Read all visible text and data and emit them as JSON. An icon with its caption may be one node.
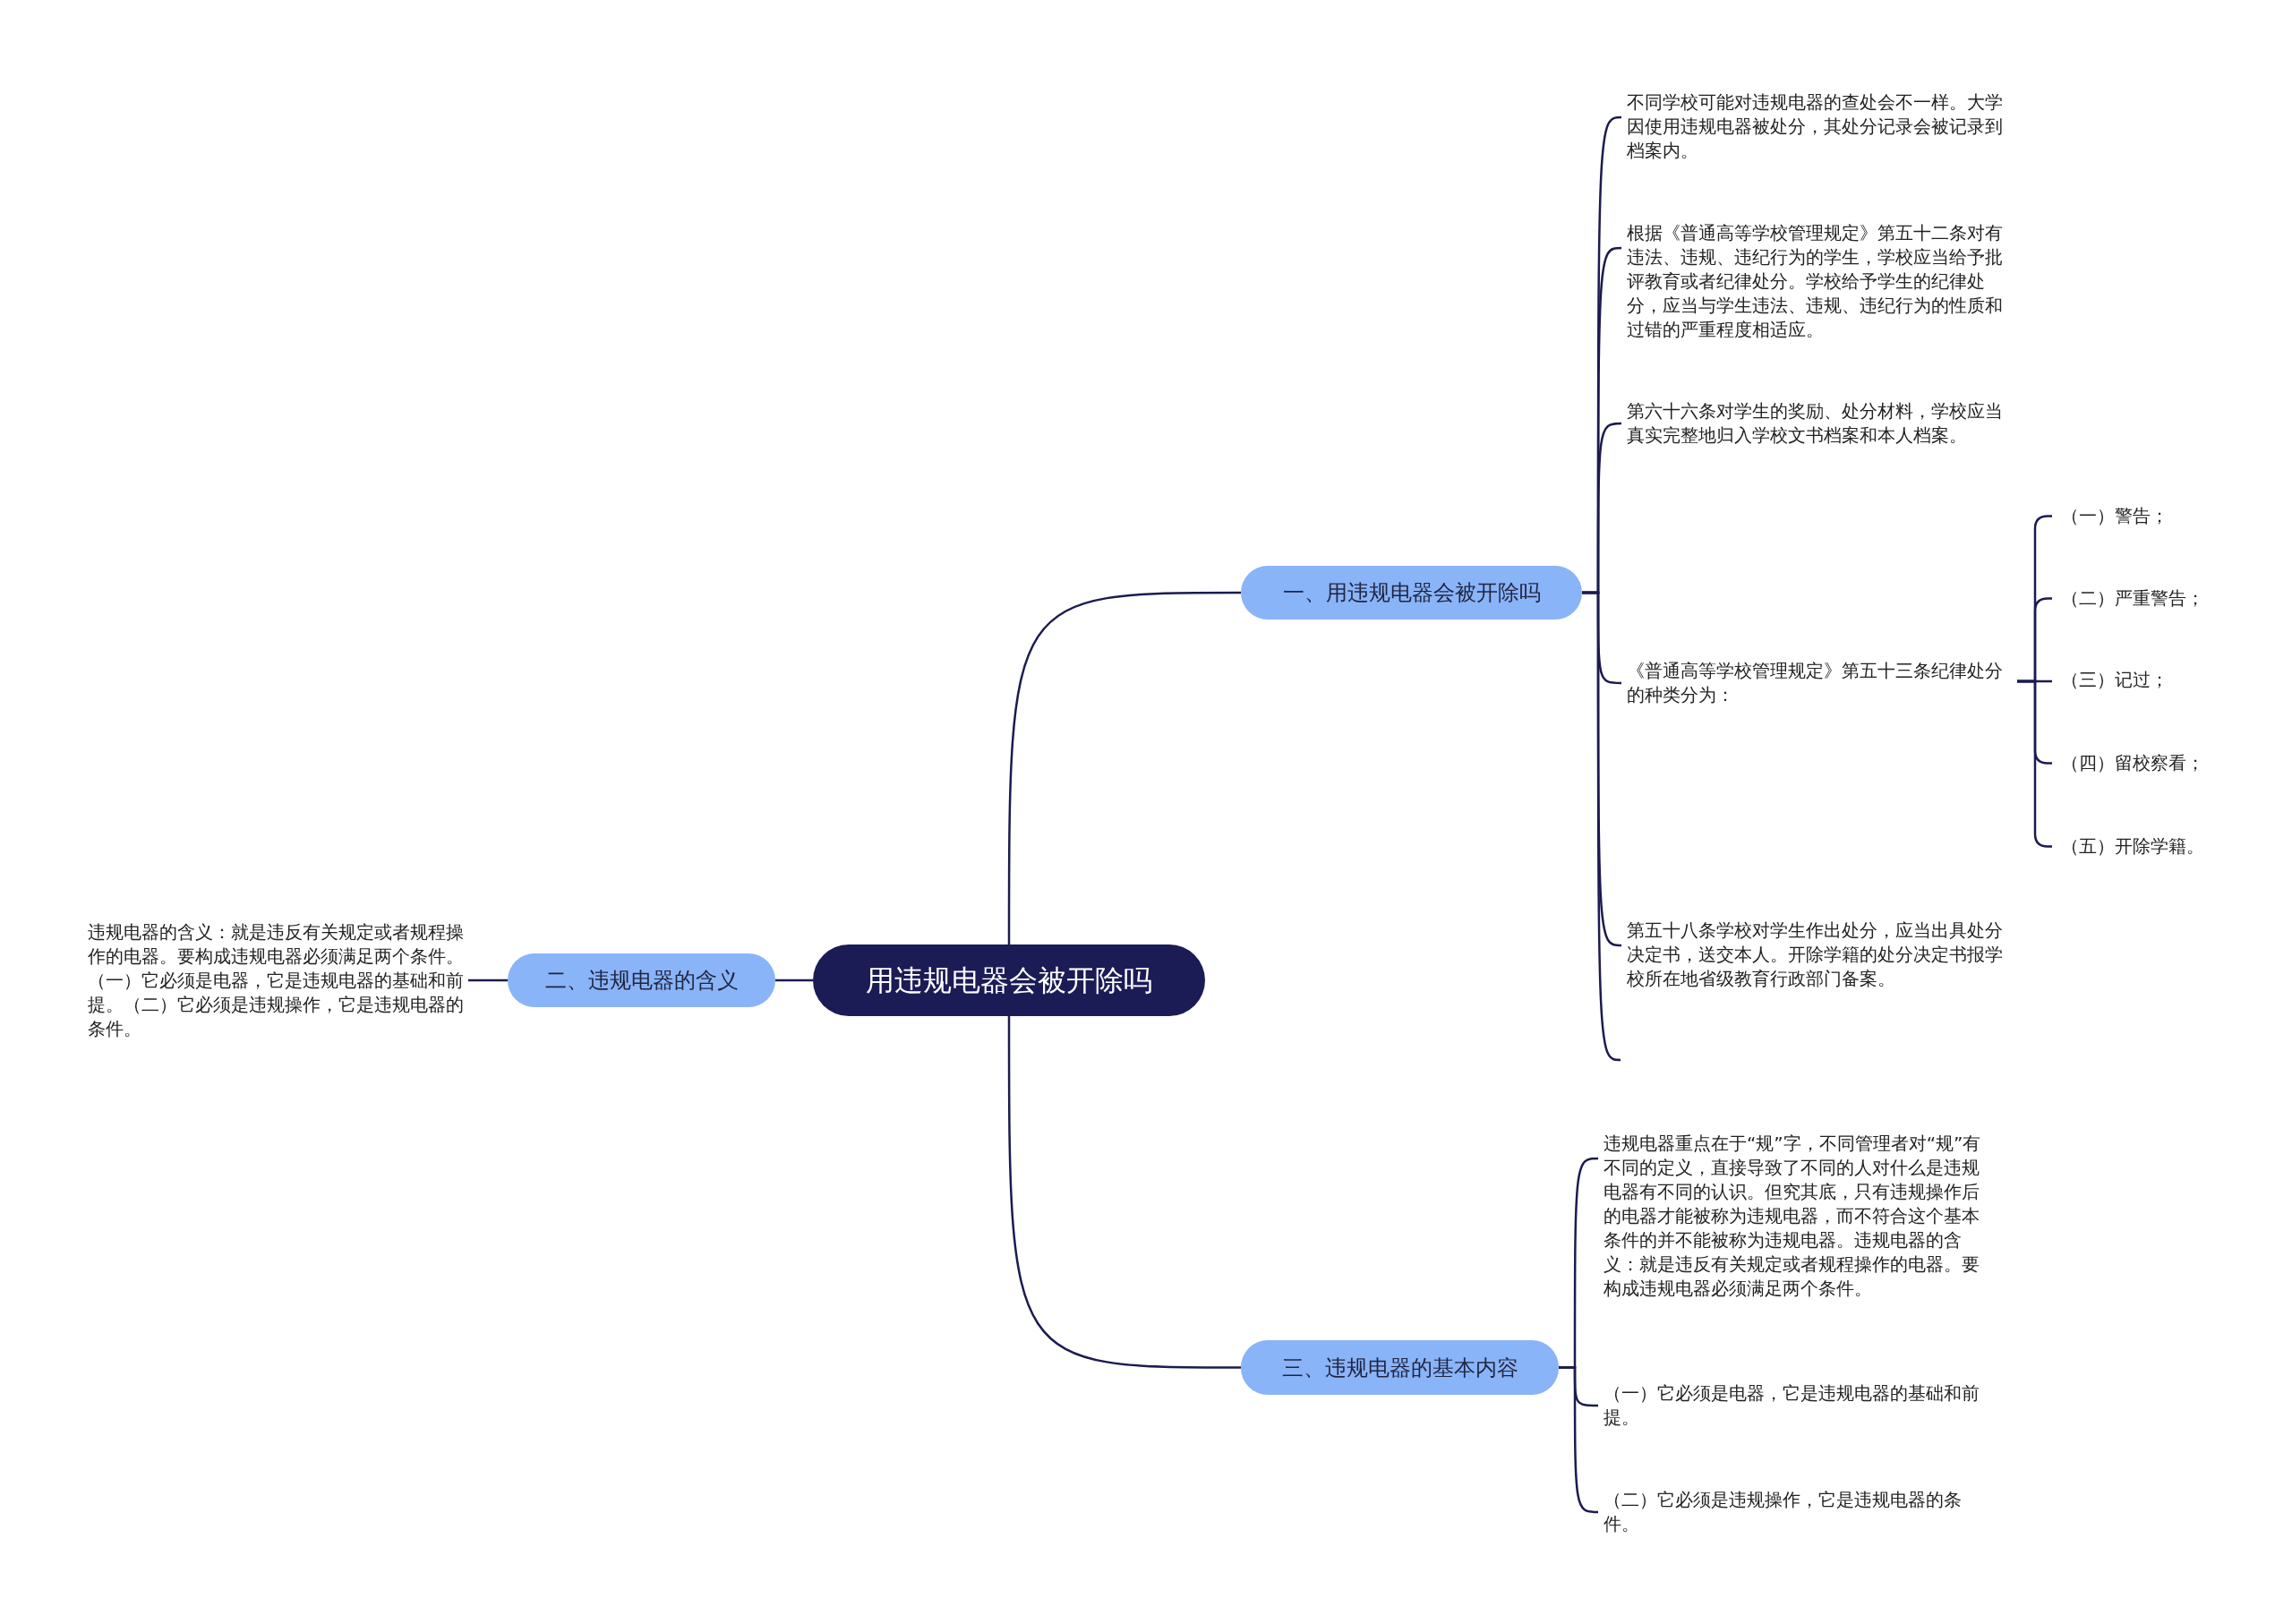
{
  "diagram": {
    "nodes": [
      {
        "text": [
          "用违规电器会被开除吗"
        ]
      },
      {
        "text": [
          "一、用违规电器会被开除吗"
        ]
      },
      {
        "text": [
          "不同学校可能对违规电器的查处会不一样。大学因使用违规电器被处分，其处分记录会被记录到档案内。"
        ]
      },
      {
        "text": [
          "根据《普通高等学校管理规定》第五十二条对有违法、违规、违纪行为的学生，学校应当给予批评教育或者纪律处分。学校给予学生的纪律处分，应当与学生违法、违规、违纪行为的性质和过错的严重程度相适应。"
        ]
      },
      {
        "text": [
          "第六十六条对学生的奖励、处分材料，学校应当真实完整地归入学校文书档案和本人档案。"
        ]
      },
      {
        "text": [
          "《普通高等学校管理规定》第五十三条纪律处分的种类分为："
        ]
      },
      {
        "text": [
          "第五十八条学校对学生作出处分，应当出具处分决定书，送交本人。开除学籍的处分决定书报学校所在地省级教育行政部门备案。"
        ]
      },
      {
        "text": [
          "（一）警告；"
        ]
      },
      {
        "text": [
          "（二）严重警告；"
        ]
      },
      {
        "text": [
          "（三）记过；"
        ]
      },
      {
        "text": [
          "（四）留校察看；"
        ]
      },
      {
        "text": [
          "（五）开除学籍。"
        ]
      },
      {
        "text": [
          "二、违规电器的含义"
        ]
      },
      {
        "text": [
          "违规电器的含义：就是违反有关规定或者规程操作的电器。要构成违规电器必须满足两个条件。（一）它必须是电器，它是违规电器的基础和前提。（二）它必须是违规操作，它是违规电器的条件。"
        ]
      },
      {
        "text": [
          "三、违规电器的基本内容"
        ]
      },
      {
        "text": [
          "违规电器重点在于“规”字，不同管理者对“规”有不同的定义，直接导致了不同的人对什么是违规电器有不同的认识。但究其底，只有违规操作后的电器才能被称为违规电器，而不符合这个基本条件的并不能被称为违规电器。违规电器的含义：就是违反有关规定或者规程操作的电器。要构成违规电器必须满足两个条件。"
        ]
      },
      {
        "text": [
          "（一）它必须是电器，它是违规电器的基础和前提。"
        ]
      },
      {
        "text": [
          "（二）它必须是违规操作，它是违规电器的条件。"
        ]
      }
    ],
    "edges": [
      {
        "from": 0,
        "to": 1,
        "arrow": "none"
      },
      {
        "from": 1,
        "to": 2,
        "arrow": "none"
      },
      {
        "from": 1,
        "to": 3,
        "arrow": "none"
      },
      {
        "from": 1,
        "to": 4,
        "arrow": "none"
      },
      {
        "from": 1,
        "to": 5,
        "arrow": "none"
      },
      {
        "from": 1,
        "to": 6,
        "arrow": "none"
      },
      {
        "from": 1,
        "to": null,
        "arrow": "none"
      },
      {
        "from": 5,
        "to": 7,
        "arrow": "none"
      },
      {
        "from": 5,
        "to": 8,
        "arrow": "none"
      },
      {
        "from": 5,
        "to": 9,
        "arrow": "none"
      },
      {
        "from": 5,
        "to": 10,
        "arrow": "none"
      },
      {
        "from": 5,
        "to": 11,
        "arrow": "none"
      },
      {
        "from": 0,
        "to": 12,
        "arrow": "none"
      },
      {
        "from": 12,
        "to": 13,
        "arrow": "none"
      },
      {
        "from": 0,
        "to": 14,
        "arrow": "none"
      },
      {
        "from": 14,
        "to": 15,
        "arrow": "none"
      },
      {
        "from": 14,
        "to": 16,
        "arrow": "none"
      },
      {
        "from": 14,
        "to": 17,
        "arrow": "none"
      }
    ]
  }
}
